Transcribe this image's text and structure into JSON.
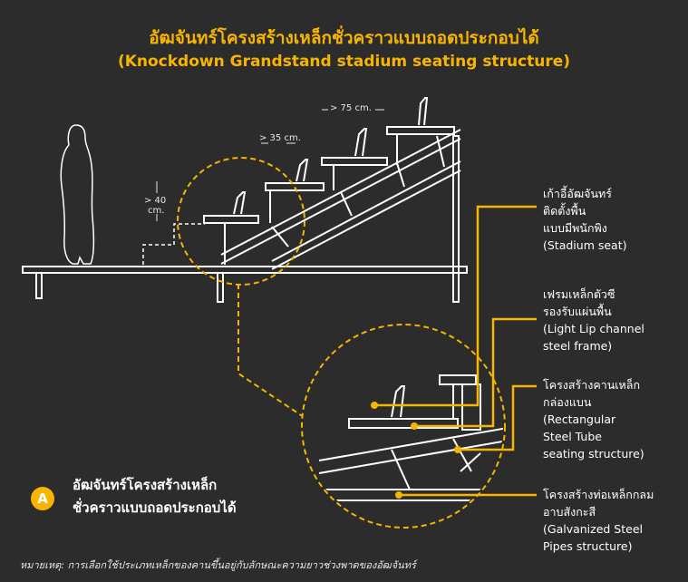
{
  "title_th": "อัฒจันทร์โครงสร้างเหล็กชั่วคราวแบบถอดประกอบได้",
  "title_en": "(Knockdown Grandstand stadium seating structure)",
  "dimensions": {
    "d75": "> 75 cm.",
    "d35": "> 35 cm.",
    "d40_line1": "> 40",
    "d40_line2": "cm."
  },
  "labels": [
    {
      "lines": [
        "เก้าอี้อัฒจันทร์",
        "ติดตั้งพื้น",
        "แบบมีพนักพิง",
        "(Stadium seat)"
      ]
    },
    {
      "lines": [
        "เฟรมเหล็กตัวซี",
        "รองรับแผ่นพื้น",
        "(Light Lip channel",
        "steel frame)"
      ]
    },
    {
      "lines": [
        "โครงสร้างคานเหล็ก",
        "กล่องแบน",
        "(Rectangular",
        "Steel Tube",
        "seating structure)"
      ]
    },
    {
      "lines": [
        "โครงสร้างท่อเหล็กกลม",
        "อาบสังกะสี",
        "(Galvanized Steel",
        "Pipes structure)"
      ]
    }
  ],
  "section": {
    "badge": "A",
    "line1": "อัฒจันทร์โครงสร้างเหล็ก",
    "line2": "ชั่วคราวแบบถอดประกอบได้"
  },
  "footnote": "หมายเหตุ: การเลือกใช้ประเภทเหล็กของคานขึ้นอยู่กับลักษณะความยาวช่วงพาดของอัฒจันทร์",
  "colors": {
    "accent": "#f7b500",
    "background": "#2c2c2c",
    "line": "#ffffff"
  }
}
